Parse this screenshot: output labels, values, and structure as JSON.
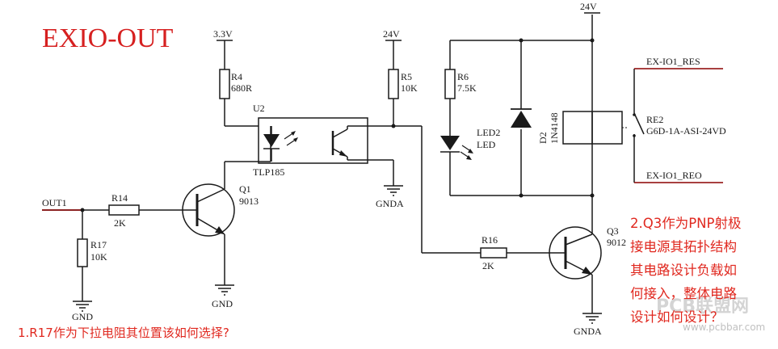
{
  "title": "EXIO-OUT",
  "colors": {
    "wire": "#1a1a1a",
    "net": "#8b0000",
    "accent": "#d62020",
    "question": "#e0281f"
  },
  "labels": {
    "r4": "R4",
    "r4_val": "680R",
    "v33": "3.3V",
    "u2": "U2",
    "tlp": "TLP185",
    "v24_mid": "24V",
    "r5": "R5",
    "r5_val": "10K",
    "gnda_mid": "GNDA",
    "v24_top": "24V",
    "r6": "R6",
    "r6_val": "7.5K",
    "led2": "LED2",
    "led": "LED",
    "d2": "D2",
    "diode": "1N4148",
    "re2": "RE2",
    "relay": "G6D-1A-ASI-24VD",
    "res": "EX-IO1_RES",
    "reo": "EX-IO1_REO",
    "out1": "OUT1",
    "r14": "R14",
    "r14_val": "2K",
    "r17": "R17",
    "r17_val": "10K",
    "gnd_left": "GND",
    "q1": "Q1",
    "q1_type": "9013",
    "gnd_q1": "GND",
    "r16": "R16",
    "r16_val": "2K",
    "q3": "Q3",
    "q3_type": "9012",
    "gnda_q3": "GNDA"
  },
  "questions": {
    "q1": "1.R17作为下拉电阻其位置该如何选择?",
    "q2": [
      "2.Q3作为PNP射极",
      "接电源其拓扑结构",
      "其电路设计负载如",
      "何接入，整体电路",
      "设计如何设计？"
    ]
  },
  "watermark": {
    "main": "PCB联盟网",
    "sub": "www.pcbbar.com"
  }
}
